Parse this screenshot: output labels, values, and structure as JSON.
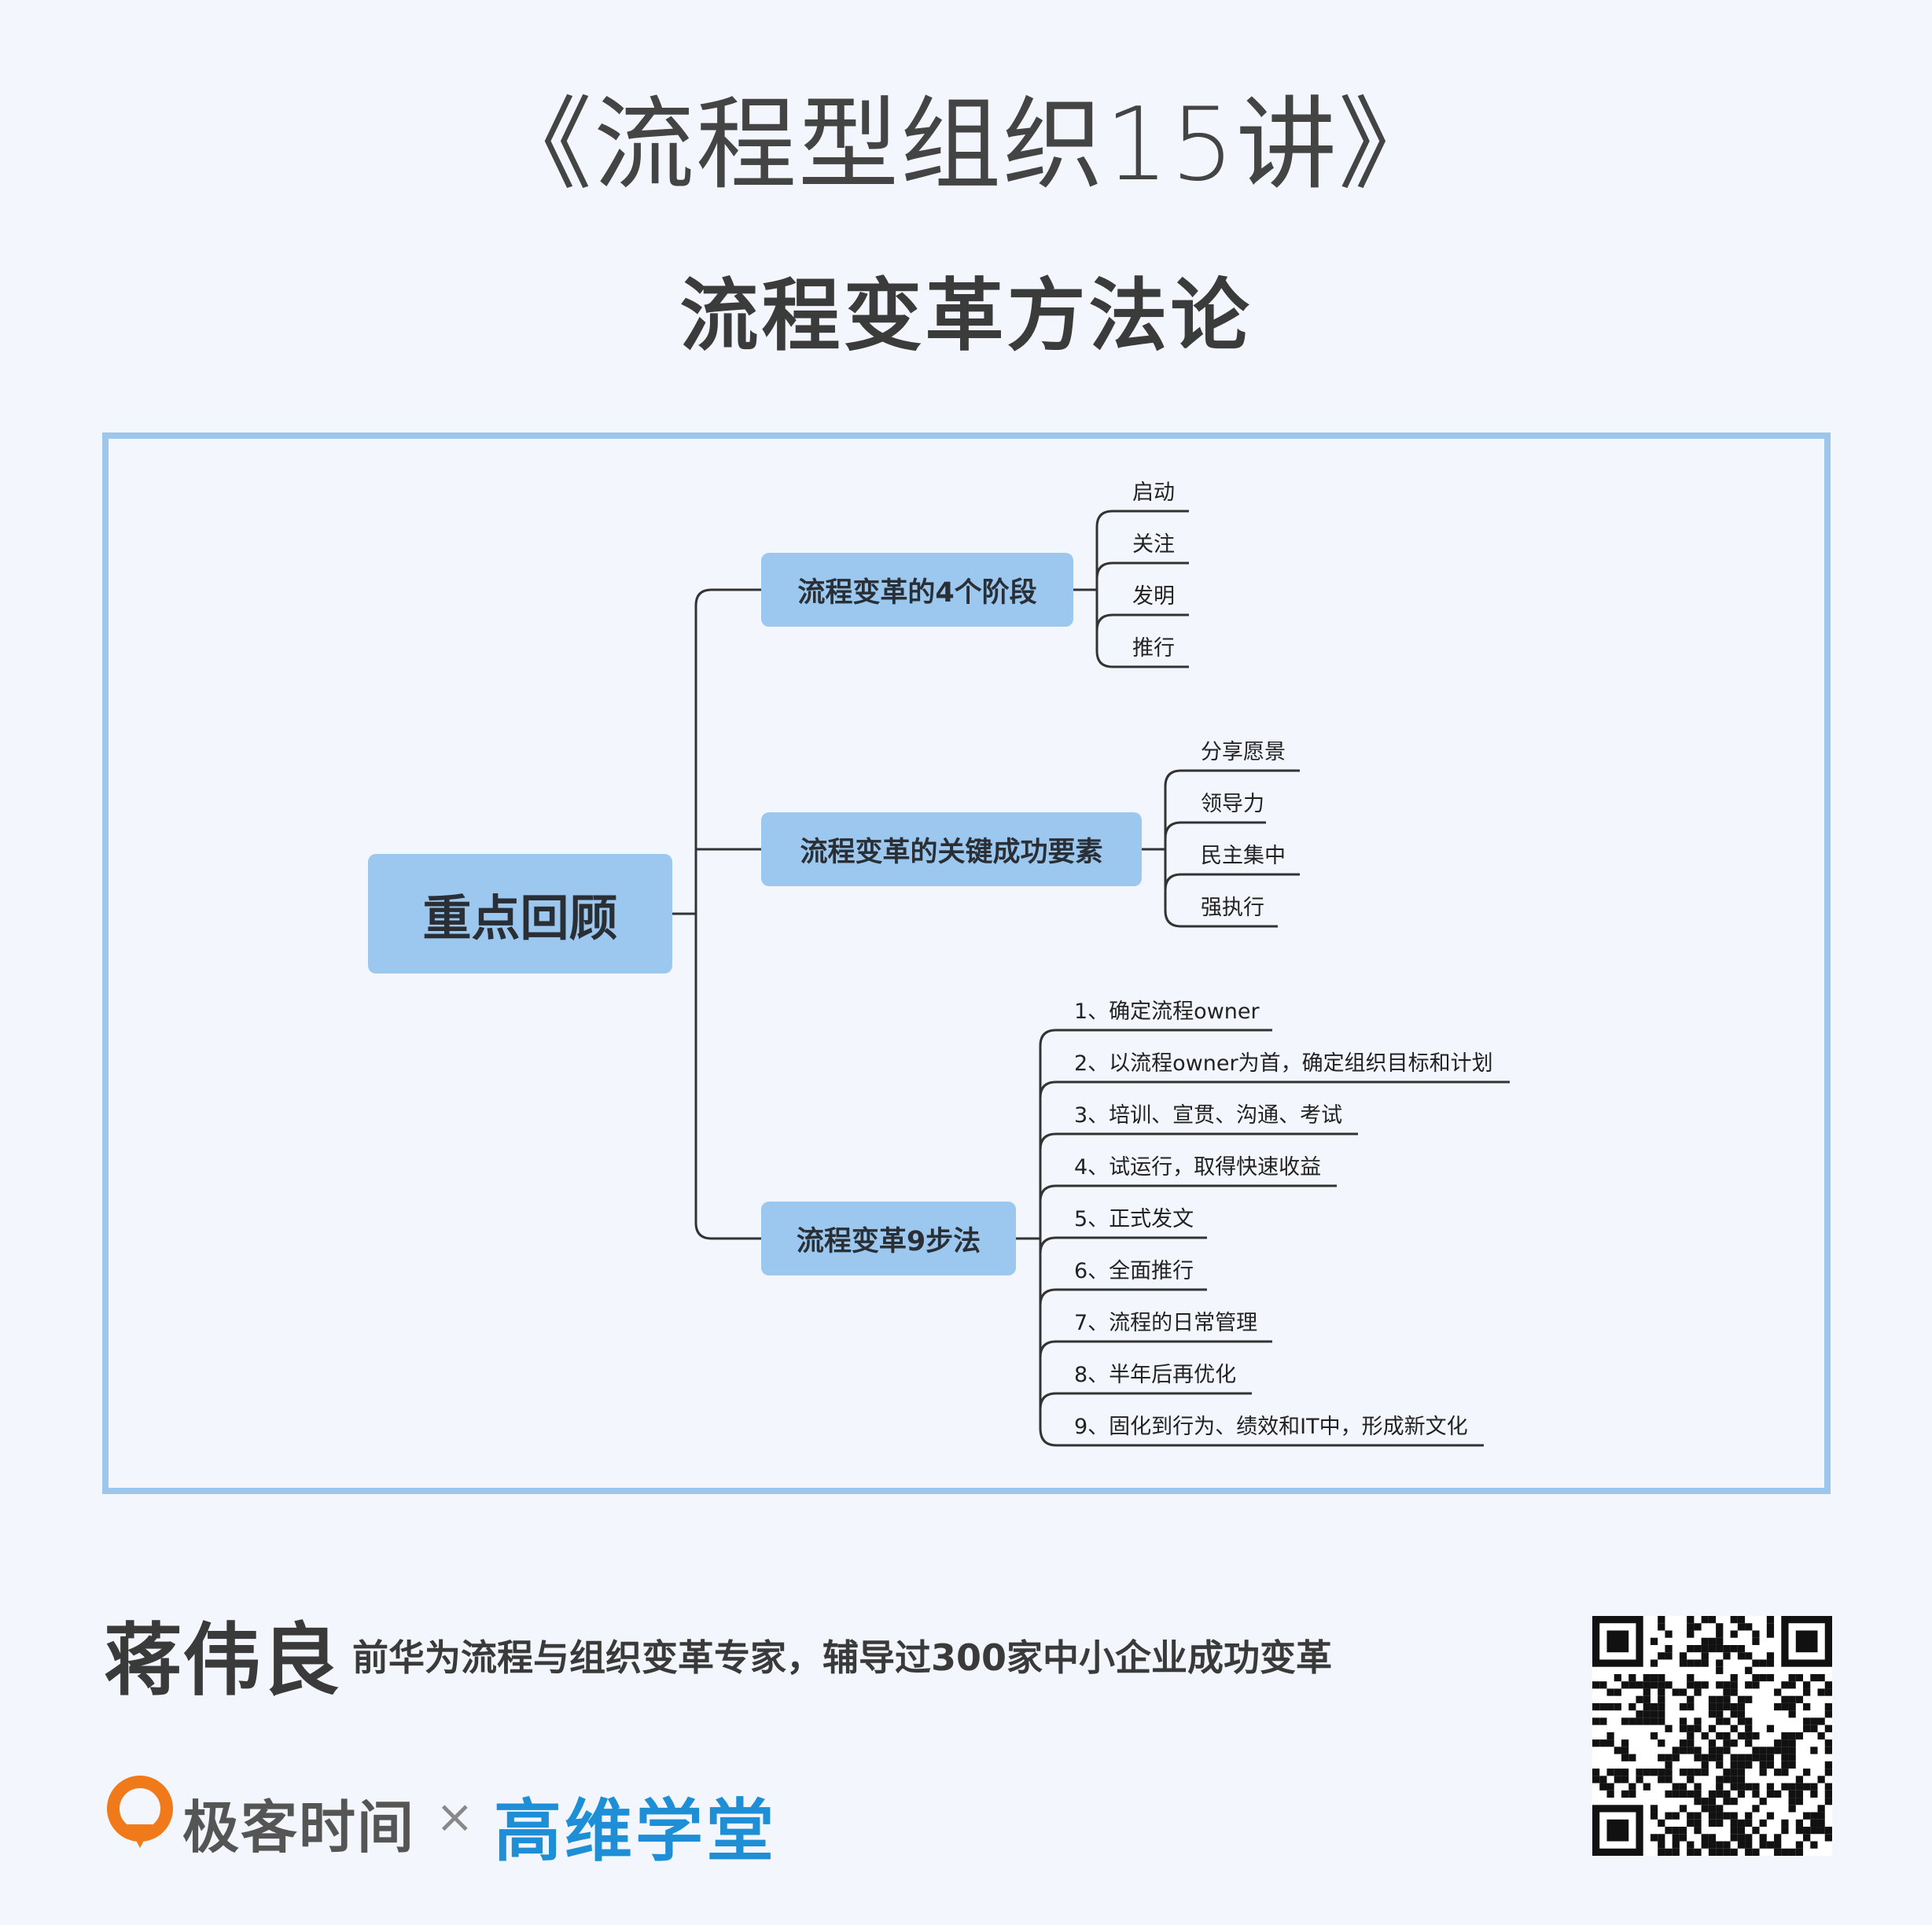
{
  "header": {
    "title": "《流程型组织15讲》",
    "subtitle": "流程变革方法论"
  },
  "mindmap": {
    "root": "重点回顾",
    "branches": [
      {
        "label": "流程变革的4个阶段",
        "children": [
          "启动",
          "关注",
          "发明",
          "推行"
        ]
      },
      {
        "label": "流程变革的关键成功要素",
        "children": [
          "分享愿景",
          "领导力",
          "民主集中",
          "强执行"
        ]
      },
      {
        "label": "流程变革9步法",
        "children": [
          "1、确定流程owner",
          "2、以流程owner为首，确定组织目标和计划",
          "3、培训、宣贯、沟通、考试",
          "4、试运行，取得快速收益",
          "5、正式发文",
          "6、全面推行",
          "7、流程的日常管理",
          "8、半年后再优化",
          "9、固化到行为、绩效和IT中，形成新文化"
        ]
      }
    ]
  },
  "footer": {
    "author": "蒋伟良",
    "bio": "前华为流程与组织变革专家，辅导过300家中小企业成功变革",
    "brand_left": "极客时间",
    "separator": "×",
    "brand_right": "高维学堂",
    "qr_icon": "qr-code-icon"
  },
  "colors": {
    "node_fill": "#9cc8ef",
    "frame_border": "#9dc6ec",
    "brand_blue": "#1e8fd6",
    "brand_orange": "#f07a1a"
  }
}
